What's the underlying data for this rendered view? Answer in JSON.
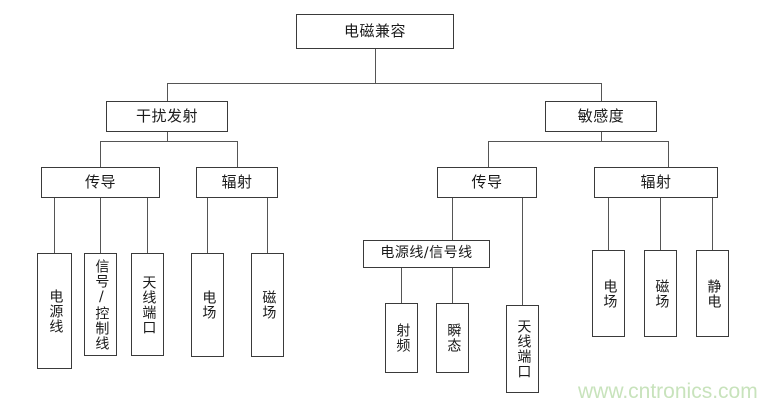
{
  "diagram": {
    "type": "tree",
    "title": "电磁兼容",
    "root": {
      "label": "电磁兼容"
    },
    "level2": {
      "emission": {
        "label": "干扰发射"
      },
      "susceptibility": {
        "label": "敏感度"
      }
    },
    "level3": {
      "emission_conducted": {
        "label": "传导"
      },
      "emission_radiated": {
        "label": "辐射"
      },
      "susceptibility_conducted": {
        "label": "传导"
      },
      "susceptibility_radiated": {
        "label": "辐射"
      }
    },
    "leaves": {
      "emission_conducted_power_line": {
        "label": "电源线"
      },
      "emission_conducted_signal_control_line": {
        "label": "信号/控制线"
      },
      "emission_conducted_antenna_port": {
        "label": "天线端口"
      },
      "emission_radiated_electric_field": {
        "label": "电场"
      },
      "emission_radiated_magnetic_field": {
        "label": "磁场"
      },
      "susceptibility_power_signal_line": {
        "label": "电源线/信号线"
      },
      "susceptibility_rf": {
        "label": "射频"
      },
      "susceptibility_transient": {
        "label": "瞬态"
      },
      "susceptibility_antenna_port": {
        "label": "天线端口"
      },
      "susceptibility_radiated_electric_field": {
        "label": "电场"
      },
      "susceptibility_radiated_magnetic_field": {
        "label": "磁场"
      },
      "susceptibility_radiated_electrostatic": {
        "label": "静电"
      }
    }
  },
  "watermark": {
    "text": "www.cntronics.com",
    "color": "#c8e3bc"
  },
  "colors": {
    "box_border": "#3a3a3a",
    "connector": "#555555",
    "background": "#ffffff",
    "text": "#1a1a1a"
  }
}
